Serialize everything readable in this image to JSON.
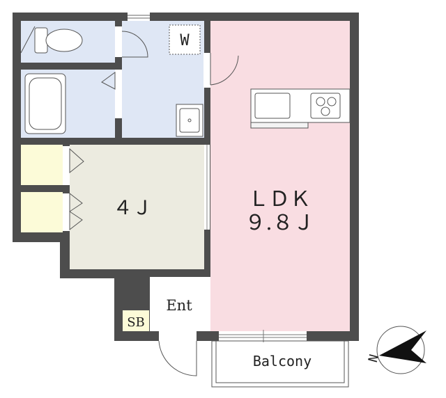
{
  "rooms": {
    "ldk_label": "ＬＤＫ",
    "ldk_size": "９.８Ｊ",
    "bedroom_size": "４Ｊ",
    "washroom_label": "W",
    "entrance_label": "Ent",
    "shoe_box_label": "SB",
    "balcony_label": "Balcony"
  },
  "compass": {
    "north_label": "N"
  },
  "colors": {
    "wall": "#4d4d4d",
    "ldk_floor": "#f9dde2",
    "wet_area_floor": "#dfe7f5",
    "bedroom_floor": "#ecebe0",
    "closet_floor": "#fcfbd8",
    "entrance_floor": "#ffffff"
  }
}
